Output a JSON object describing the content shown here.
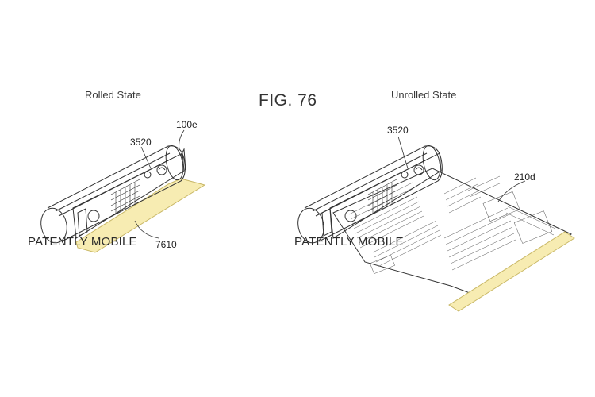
{
  "figure": {
    "title": "FIG. 76",
    "left_caption": "Rolled State",
    "right_caption": "Unrolled State"
  },
  "labels": {
    "left_device": "100e",
    "left_sensor": "3520",
    "left_strip": "7610",
    "right_sensor": "3520",
    "right_display": "210d"
  },
  "watermarks": [
    "PATENTLY MOBILE",
    "PATENTLY MOBILE"
  ],
  "colors": {
    "line": "#333333",
    "strip_fill": "#f7ecb2",
    "strip_edge": "#c9b867"
  }
}
